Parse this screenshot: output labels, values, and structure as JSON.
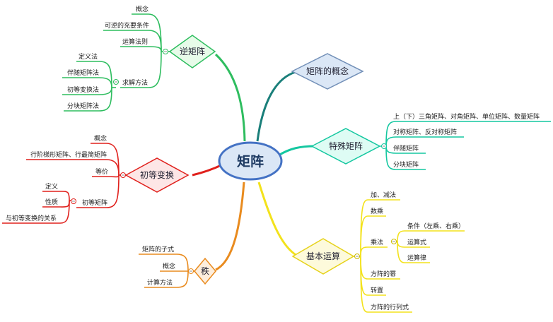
{
  "center": {
    "label": "矩阵",
    "color": "#4472c4"
  },
  "branches": {
    "inverse": {
      "label": "逆矩阵",
      "color": "#2ebd5f",
      "items": [
        "概念",
        "可逆的充要条件",
        "运算法则",
        "求解方法"
      ],
      "sub_solve": [
        "定义法",
        "伴随矩阵法",
        "初等变换法",
        "分块矩阵法"
      ]
    },
    "concept": {
      "label": "矩阵的概念",
      "color": "#1a7f7a"
    },
    "special": {
      "label": "特殊矩阵",
      "color": "#14c7a0",
      "items": [
        "上（下）三角矩阵、对角矩阵、单位矩阵、数量矩阵",
        "对称矩阵、反对称矩阵",
        "伴随矩阵",
        "分块矩阵"
      ]
    },
    "elementary": {
      "label": "初等变换",
      "color": "#e0201c",
      "items": [
        "概念",
        "行阶梯形矩阵、行最简矩阵",
        "等价",
        "初等矩阵"
      ],
      "sub_matrix": [
        "定义",
        "性质",
        "与初等变换的关系"
      ]
    },
    "rank": {
      "label": "秩",
      "color": "#e98b1e",
      "items": [
        "矩阵的子式",
        "概念",
        "计算方法"
      ]
    },
    "basic": {
      "label": "基本运算",
      "color": "#f3e21c",
      "items": [
        "加、减法",
        "数乘",
        "乘法",
        "方阵的幂",
        "转置",
        "方阵的行列式"
      ],
      "sub_mult": [
        "条件（左乘、右乘）",
        "运算式",
        "运算律"
      ]
    }
  }
}
